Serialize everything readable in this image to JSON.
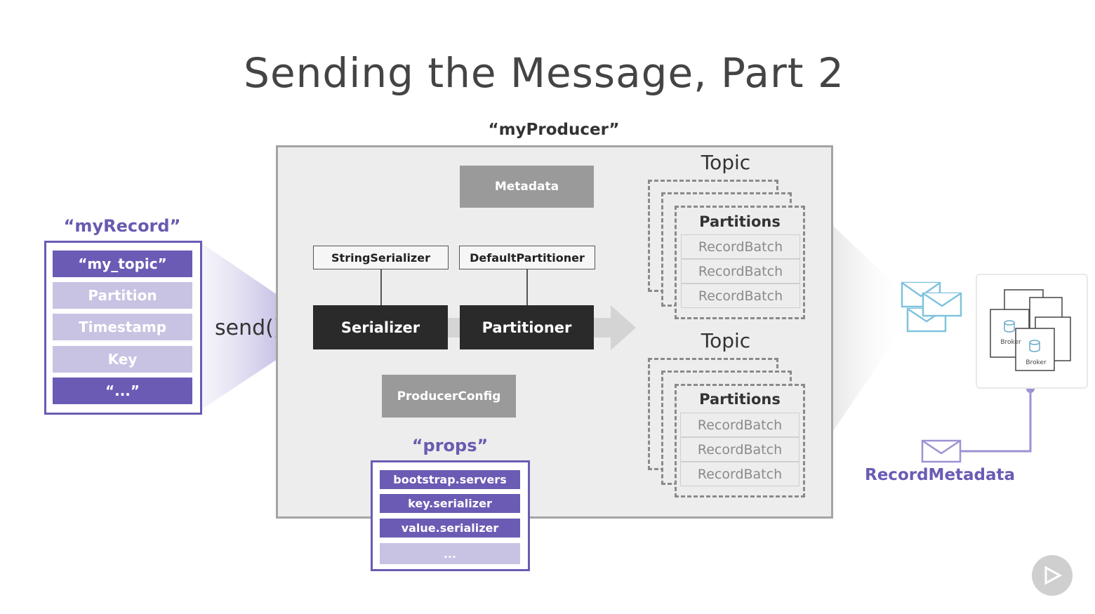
{
  "title": "Sending the Message, Part 2",
  "producer": {
    "label": "“myProducer”",
    "metadata": "Metadata",
    "string_serializer": "StringSerializer",
    "default_partitioner": "DefaultPartitioner",
    "serializer": "Serializer",
    "partitioner": "Partitioner",
    "producer_config": "ProducerConfig"
  },
  "record": {
    "label": "“myRecord”",
    "fields": [
      "“my_topic”",
      "Partition",
      "Timestamp",
      "Key",
      "“...”"
    ]
  },
  "send_label": "send()",
  "topics": [
    {
      "label": "Topic",
      "partitions_label": "Partitions",
      "batches": [
        "RecordBatch",
        "RecordBatch",
        "RecordBatch"
      ]
    },
    {
      "label": "Topic",
      "partitions_label": "Partitions",
      "batches": [
        "RecordBatch",
        "RecordBatch",
        "RecordBatch"
      ]
    }
  ],
  "props": {
    "label": "“props”",
    "items": [
      "bootstrap.servers",
      "key.serializer",
      "value.serializer",
      "..."
    ]
  },
  "brokers": [
    "Broker",
    "Broker"
  ],
  "record_metadata": "RecordMetadata",
  "colors": {
    "accent": "#6b5bb4",
    "accent_light": "#c8c2e3",
    "dark_box": "#2a2a2a",
    "grey_box": "#9a9a9a",
    "envelope": "#7fc3dd"
  }
}
